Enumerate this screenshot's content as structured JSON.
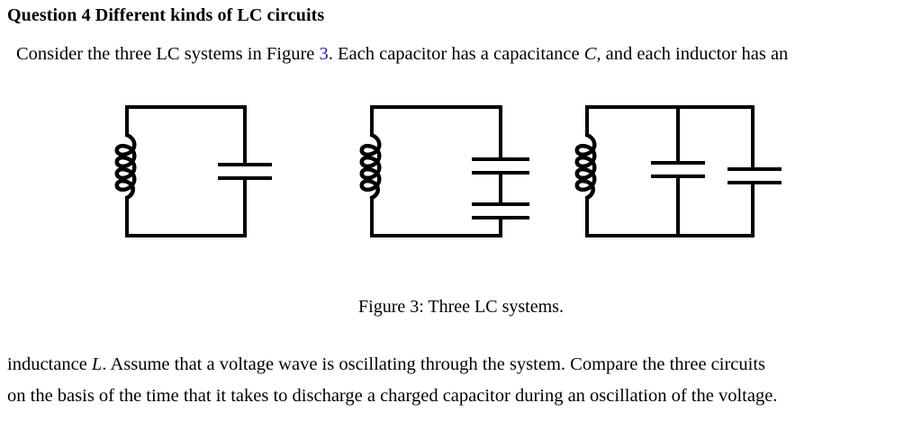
{
  "document": {
    "heading": "Question 4 Different kinds of LC circuits",
    "intro": {
      "before_ref": "Consider the three LC systems in Figure ",
      "figure_ref": "3",
      "after_ref": ".  Each capacitor has a capacitance ",
      "capacitance_symbol": "C",
      "tail": ", and each inductor has an"
    },
    "continuation": {
      "line1_before_symbol": "inductance ",
      "inductance_symbol": "L",
      "line1_after_symbol": ".  Assume that a voltage wave is oscillating through the system.  Compare the three circuits",
      "line2": "on the basis of the time that it takes to discharge a charged capacitor during an oscillation of the voltage."
    },
    "figure": {
      "caption": "Figure 3: Three LC systems.",
      "stroke_color": "#000000",
      "circuits": [
        {
          "name": "circuit-1-single-capacitor",
          "inductor_turns": 4,
          "capacitor_count": 1,
          "capacitor_arrangement": "single"
        },
        {
          "name": "circuit-2-series-capacitors",
          "inductor_turns": 4,
          "capacitor_count": 2,
          "capacitor_arrangement": "series"
        },
        {
          "name": "circuit-3-parallel-capacitors",
          "inductor_turns": 4,
          "capacitor_count": 2,
          "capacitor_arrangement": "parallel"
        }
      ]
    }
  }
}
